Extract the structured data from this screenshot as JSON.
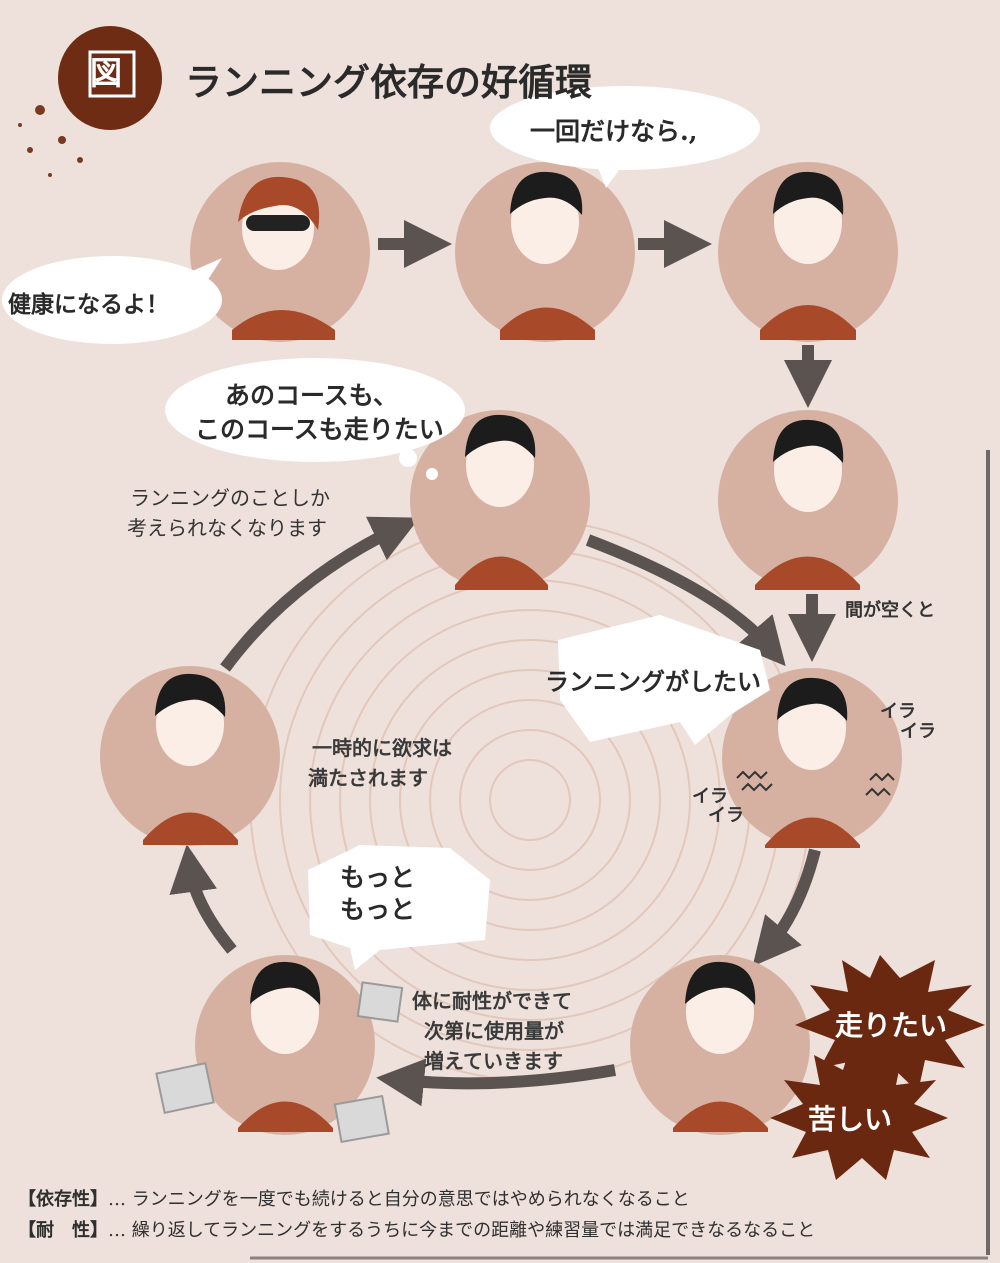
{
  "header": {
    "badge": "図",
    "title": "ランニング依存の好循環"
  },
  "bubbles": {
    "healthy": "健康になるよ！",
    "just_once": "一回だけなら.,",
    "want_courses_line1": "あのコースも、",
    "want_courses_line2": "このコースも走りたい",
    "want_to_run": "ランニングがしたい",
    "more_line1": "もっと",
    "more_line2": "もっと"
  },
  "notes": {
    "only_running_line1": "ランニングのことしか",
    "only_running_line2": "考えられなくなります",
    "after_gap": "間が空くと",
    "satisfied_line1": "一時的に欲求は",
    "satisfied_line2": "満たされます",
    "tolerance_line1": "体に耐性ができて",
    "tolerance_line2": "次第に使用量が",
    "tolerance_line3": "増えていきます",
    "irritation": [
      "イラ",
      "イラ",
      "イラ",
      "イラ"
    ]
  },
  "bursts": {
    "want_run": "走りたい",
    "painful": "苦しい"
  },
  "definitions": [
    {
      "term": "【依存性】",
      "text": "… ランニングを一度でも続けると自分の意思ではやめられなくなること"
    },
    {
      "term": "【耐　性】",
      "text": "… 繰り返してランニングをするうちに今までの距離や練習量では満足できなるなること"
    }
  ],
  "colors": {
    "background": "#eee0da",
    "circle": "#d6b1a1",
    "circle_dark": "#c99c88",
    "shirt": "#a84a2a",
    "arrow": "#5b5350",
    "burst": "#6b2810",
    "badge": "#6f2c14"
  }
}
